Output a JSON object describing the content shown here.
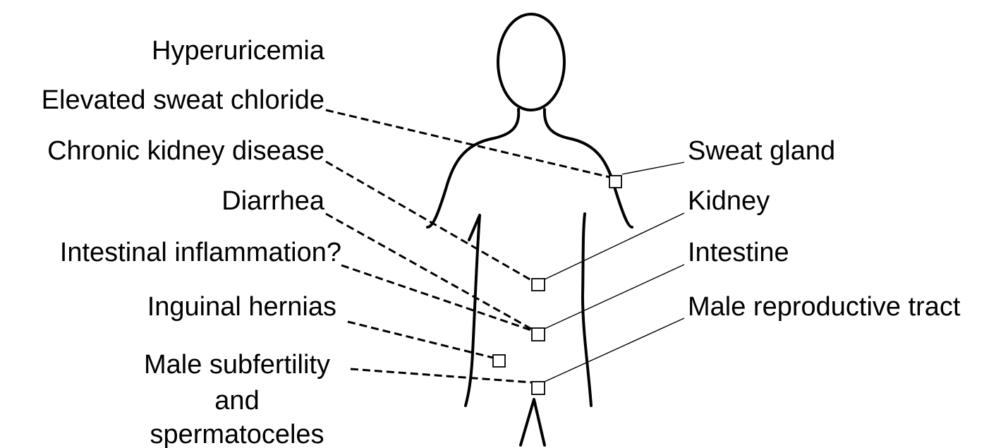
{
  "diseases": {
    "hyperuricemia": "Hyperuricemia",
    "sweat_chloride": "Elevated sweat chloride",
    "ckd": "Chronic kidney disease",
    "diarrhea": "Diarrhea",
    "intestinal_inflammation": "Intestinal inflammation?",
    "inguinal_hernias": "Inguinal hernias",
    "male_subfertility": [
      "Male subfertility",
      "and",
      "spermatoceles"
    ]
  },
  "organs": {
    "sweat_gland": "Sweat gland",
    "kidney": "Kidney",
    "intestine": "Intestine",
    "male_reproductive_tract": "Male reproductive tract"
  },
  "style": {
    "line_color": "#000000",
    "background": "#ffffff",
    "disease_connector": "dashed",
    "organ_connector": "solid",
    "organ_marker": "open-square"
  }
}
